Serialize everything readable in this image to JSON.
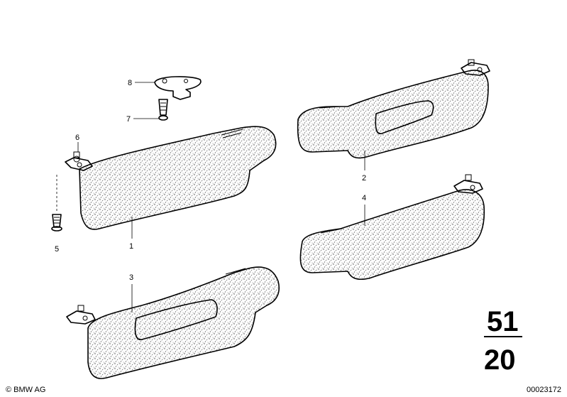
{
  "callouts": {
    "c1": "1",
    "c2": "2",
    "c3": "3",
    "c4": "4",
    "c5": "5",
    "c6": "6",
    "c7": "7",
    "c8": "8"
  },
  "group_number": {
    "top": "51",
    "bottom": "20"
  },
  "footer": {
    "copyright": "© BMW AG",
    "document_id": "00023172"
  }
}
